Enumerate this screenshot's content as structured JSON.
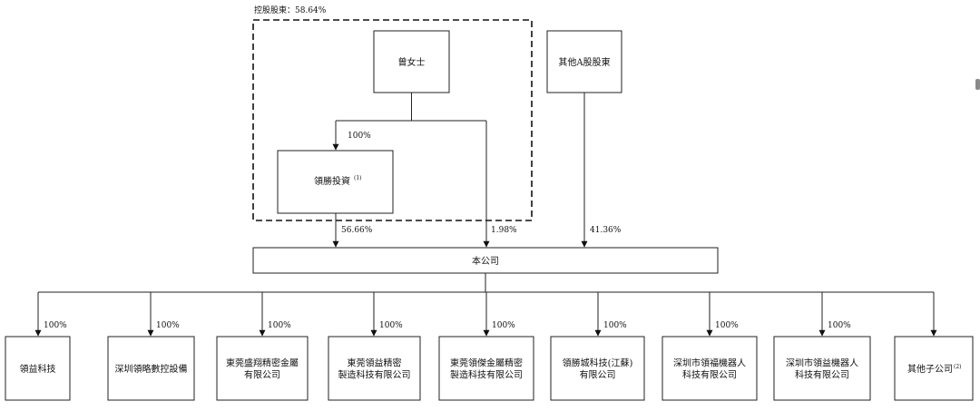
{
  "controlling_label": "控股股東：58.64%",
  "nodes": {
    "zeng": "曾女士",
    "lingsheng": "領勝投資",
    "lingsheng_note": "(1)",
    "other_a": "其他A股股東",
    "company": "本公司"
  },
  "edges": {
    "zeng_to_lingsheng": "100%",
    "lingsheng_to_company": "56.66%",
    "zeng_to_company": "1.98%",
    "other_to_company": "41.36%"
  },
  "subsidiaries": [
    {
      "lines": [
        "領益科技"
      ],
      "pct": "100%"
    },
    {
      "lines": [
        "深圳領略數控設備"
      ],
      "pct": "100%"
    },
    {
      "lines": [
        "東莞盛翔精密金屬",
        "有限公司"
      ],
      "pct": "100%"
    },
    {
      "lines": [
        "東莞領益精密",
        "製造科技有限公司"
      ],
      "pct": "100%"
    },
    {
      "lines": [
        "東莞領傑金屬精密",
        "製造科技有限公司"
      ],
      "pct": "100%"
    },
    {
      "lines": [
        "領勝城科技(江蘇)",
        "有限公司"
      ],
      "pct": "100%"
    },
    {
      "lines": [
        "深圳市領福機器人",
        "科技有限公司"
      ],
      "pct": "100%"
    },
    {
      "lines": [
        "深圳市領益機器人",
        "科技有限公司"
      ],
      "pct": "100%"
    },
    {
      "lines": [
        "其他子公司"
      ],
      "note": "(2)",
      "pct": ""
    }
  ]
}
